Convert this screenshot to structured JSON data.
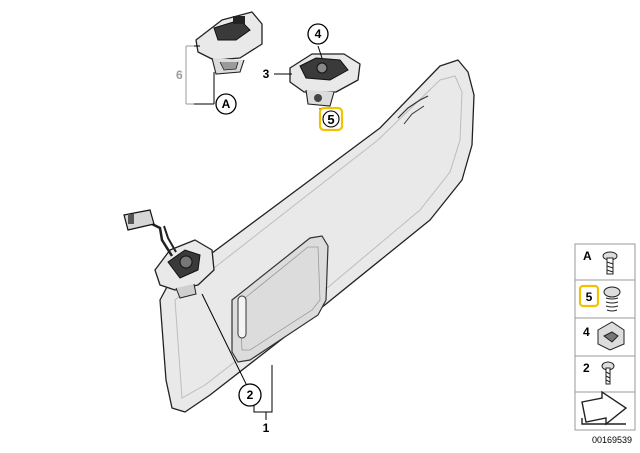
{
  "callouts": {
    "c6": "6",
    "cA": "A",
    "c4": "4",
    "c3": "3",
    "c5": "5",
    "c2": "2",
    "c1": "1"
  },
  "legend": {
    "items": [
      {
        "id": "A",
        "label": "A",
        "highlighted": false,
        "icon": "screw-icon"
      },
      {
        "id": "5",
        "label": "5",
        "highlighted": true,
        "icon": "spring-screw-icon"
      },
      {
        "id": "4",
        "label": "4",
        "highlighted": false,
        "icon": "clip-icon"
      },
      {
        "id": "2",
        "label": "2",
        "highlighted": false,
        "icon": "screw-icon"
      }
    ],
    "direction_icon": "arrow-icon"
  },
  "diagram_number": "00169539",
  "colors": {
    "highlight": "#f2c200",
    "gray_label": "#9a9a9a"
  }
}
